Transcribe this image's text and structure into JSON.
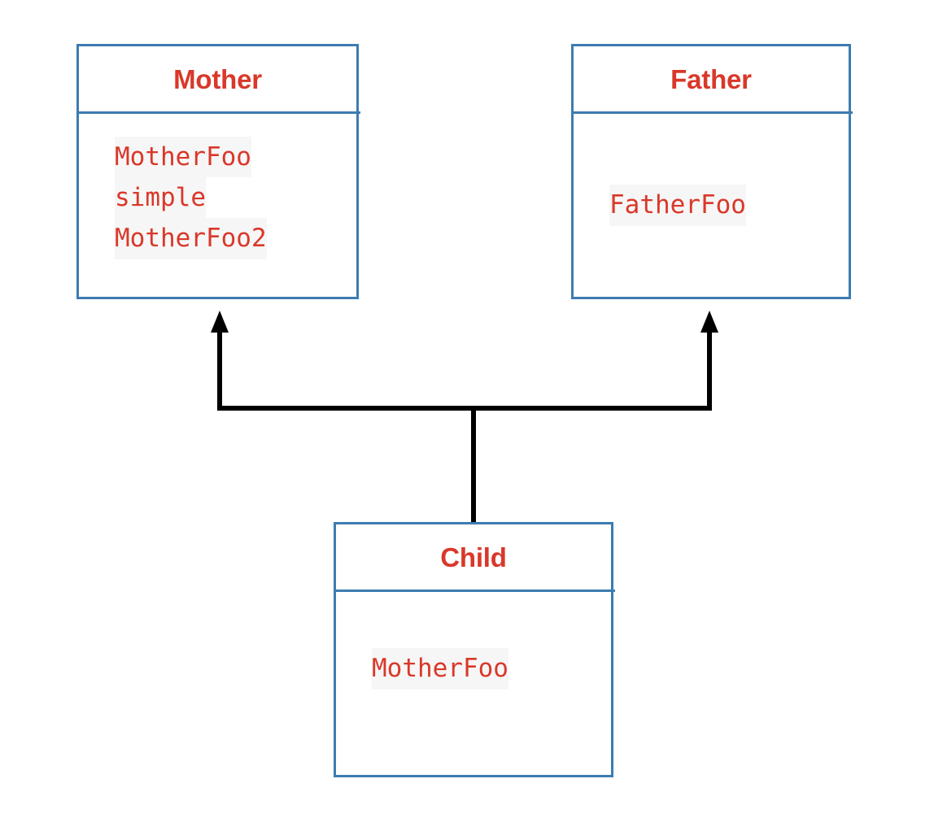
{
  "diagram": {
    "kind": "uml-class-inheritance-diagram",
    "background_color": "#ffffff",
    "border_color": "#3d7cb0",
    "text_color": "#d9382a",
    "highlight_color": "#f6f6f6",
    "connector_color": "#000000"
  },
  "classes": [
    {
      "id": "mother",
      "name": "Mother",
      "members": [
        "MotherFoo",
        "simple",
        "MotherFoo2"
      ],
      "member_align": "top"
    },
    {
      "id": "father",
      "name": "Father",
      "members": [
        "FatherFoo"
      ],
      "member_align": "center"
    },
    {
      "id": "child",
      "name": "Child",
      "members": [
        "MotherFoo"
      ],
      "member_align": "center"
    }
  ],
  "relationships": [
    {
      "from": "child",
      "to": "mother",
      "type": "inheritance",
      "arrow": "open-arrow"
    },
    {
      "from": "child",
      "to": "father",
      "type": "inheritance",
      "arrow": "open-arrow"
    }
  ]
}
